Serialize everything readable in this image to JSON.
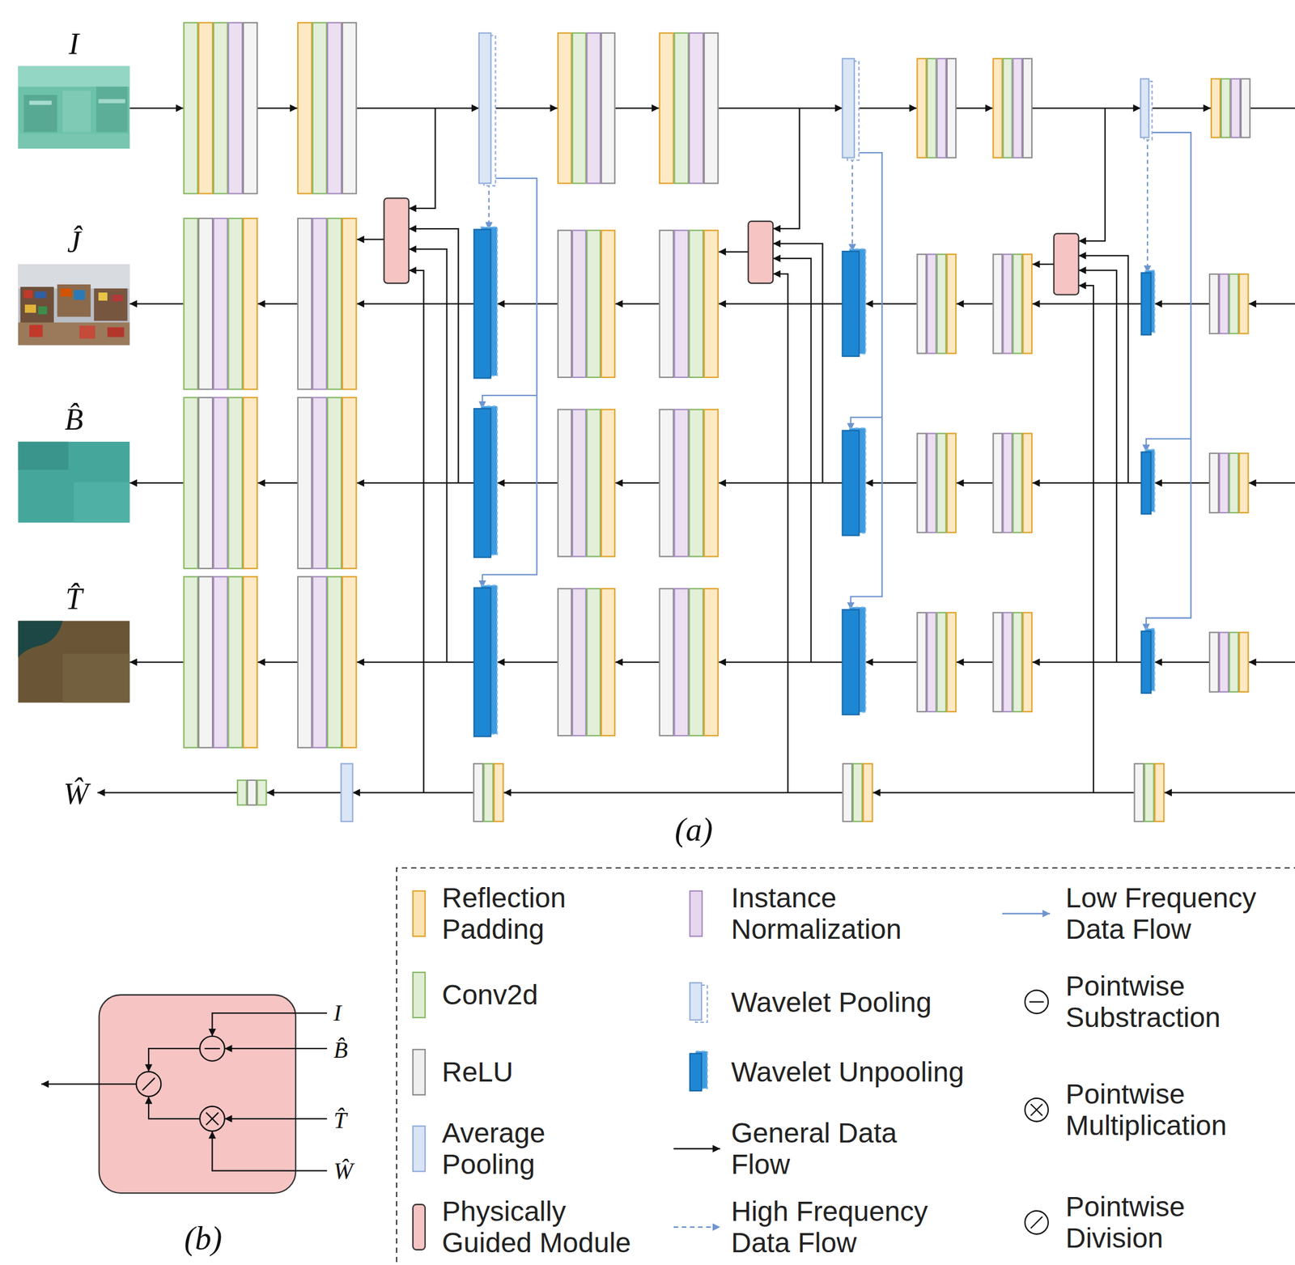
{
  "diagram": {
    "nodes": [
      {
        "text": [
          "I"
        ]
      },
      {
        "text": [
          "Ĵ"
        ]
      },
      {
        "text": [
          "B̂"
        ]
      },
      {
        "text": [
          "T̂"
        ]
      }
    ],
    "labels": [
      "Ŵ",
      "(a)",
      "I",
      "B̂",
      "T̂",
      "Ŵ",
      "(b)"
    ],
    "legend": [
      {
        "text": "Reflection Padding",
        "color": "#fbe3b4"
      },
      {
        "text": "Conv2d",
        "color": "#dfeed2"
      },
      {
        "text": "ReLU",
        "color": "#efefef"
      },
      {
        "text": "Average Pooling",
        "color": "#d9e4f6"
      },
      {
        "text": "Physically Guided Module",
        "color": "#f7c4c4"
      },
      {
        "text": "Instance Normalization",
        "color": "#e6d6ee"
      },
      {
        "text": "Wavelet Pooling"
      },
      {
        "text": "Wavelet Unpooling"
      },
      {
        "text": "General Data Flow"
      },
      {
        "text": "High Frequency Data Flow"
      },
      {
        "text": "Low Frequency Data Flow"
      },
      {
        "text": "Pointwise Substraction"
      },
      {
        "text": "Pointwise Multiplication"
      },
      {
        "text": "Pointwise Division"
      }
    ]
  }
}
